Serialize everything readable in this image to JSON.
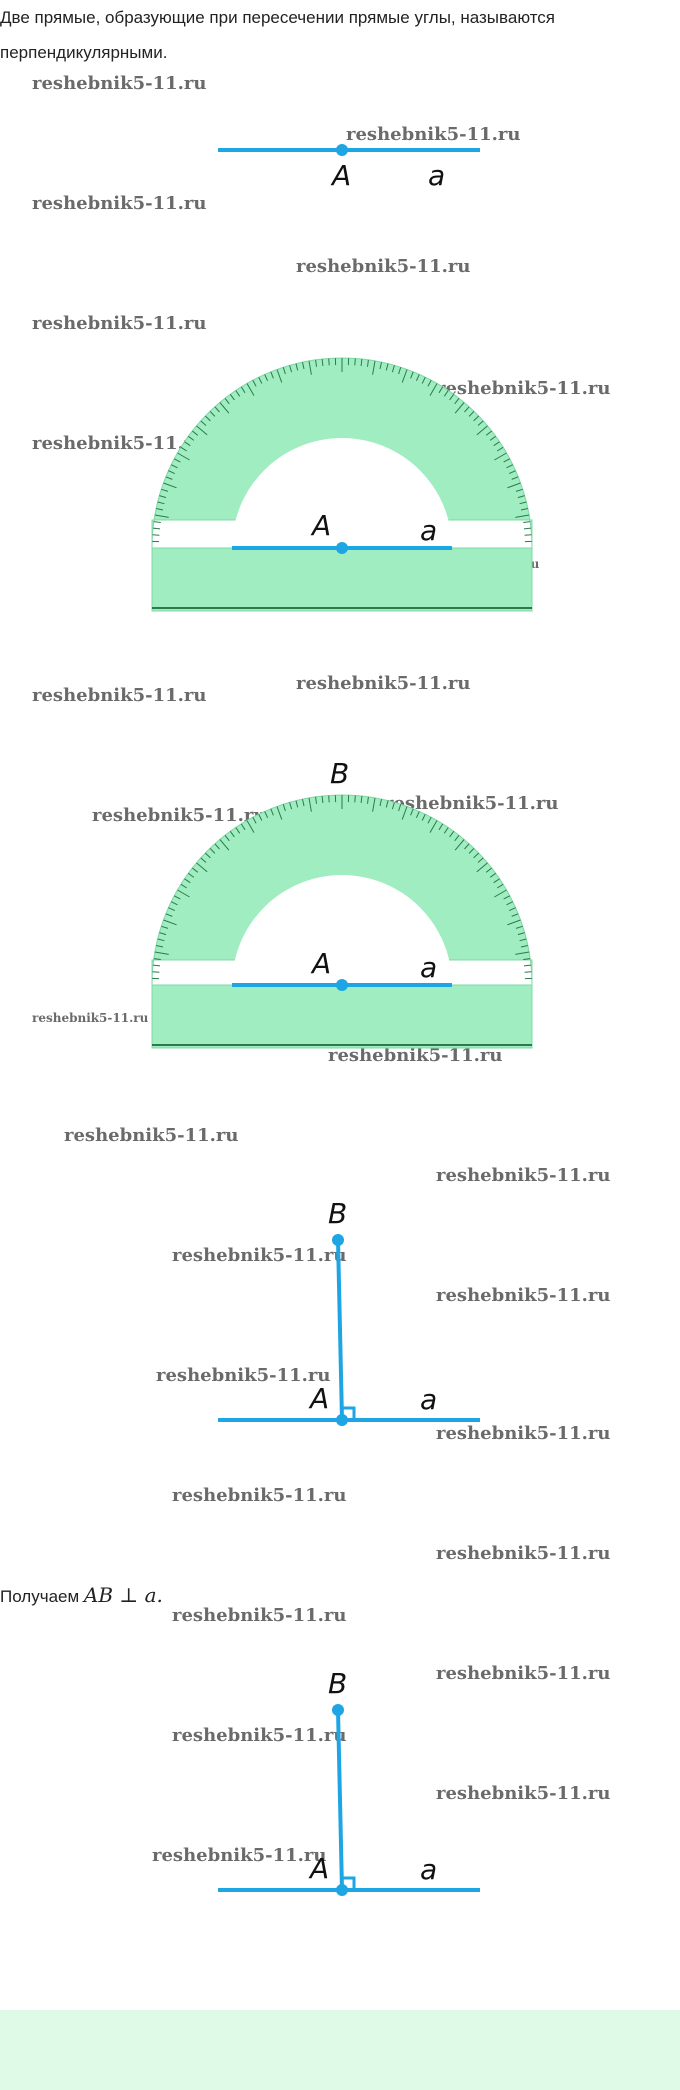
{
  "intro": {
    "line1": "Две прямые, образующие при пересечении прямые углы, называются",
    "line2": "перпендикулярными."
  },
  "watermark": "reshebnik5-11.ru",
  "labels": {
    "point_a": "A",
    "point_b": "B",
    "line_a": "a"
  },
  "result": {
    "prefix": "Получаем",
    "formula": "AB ⊥ a."
  },
  "colors": {
    "line": "#1ea6e4",
    "protractor": "#9fedc0",
    "protractor_text": "#2c7a4c",
    "footer": "#dffbe8"
  }
}
